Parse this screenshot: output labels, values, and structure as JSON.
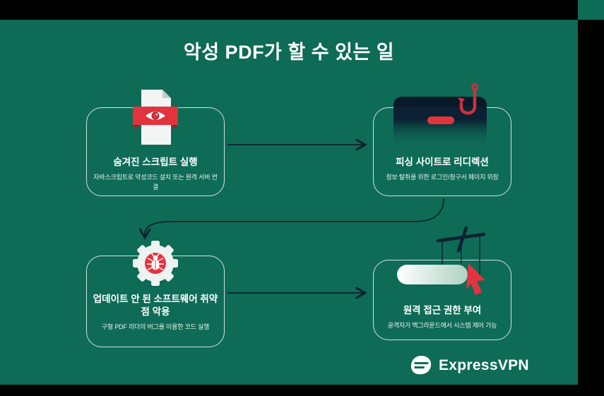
{
  "title": "악성 PDF가 할 수 있는 일",
  "cards": [
    {
      "title": "숨겨진 스크립트 실행",
      "desc": "자바스크립트로 악성코드 설치 또는 원격 서버 연결"
    },
    {
      "title": "피싱 사이트로 리디렉션",
      "desc": "정보 탈취를 위한 로그인/청구서 페이지 위장"
    },
    {
      "title": "업데이트 안 된 소프트웨어 취약점 악용",
      "desc": "구형 PDF 리더의 버그를 이용한 코드 실행"
    },
    {
      "title": "원격 접근 권한 부여",
      "desc": "공격자가 백그라운드에서 시스템 제어 가능"
    }
  ],
  "brand": {
    "name": "ExpressVPN"
  },
  "icons": {
    "card1": "pdf-document-with-eye",
    "card2": "browser-window-with-fishing-hook",
    "card3": "gear-with-bug",
    "card4": "puppet-strings-toggle-with-cursor",
    "brand": "expressvpn-logomark"
  },
  "colors": {
    "background": "#0E6B56",
    "letterbox": "#000000",
    "accent_red": "#E2333F",
    "dark_navy": "#0B2133",
    "card_border": "#D6E7DF",
    "text": "#FFFFFF"
  }
}
